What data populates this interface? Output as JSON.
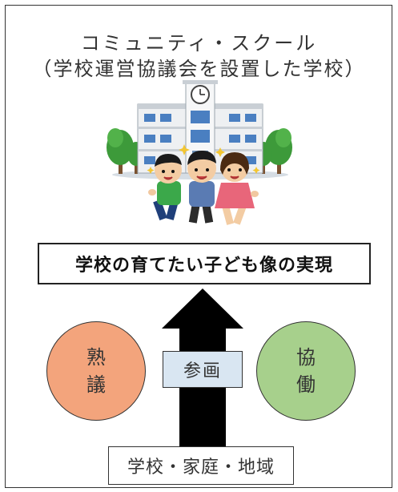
{
  "title_line1": "コミュニティ・スクール",
  "title_line2": "（学校運営協議会を設置した学校）",
  "goal": "学校の育てたい子ども像の実現",
  "participation": "参画",
  "left_circle": {
    "line1": "熟",
    "line2": "議",
    "color": "#f3a47c"
  },
  "right_circle": {
    "line1": "協",
    "line2": "働",
    "color": "#a7d08c"
  },
  "base": "学校・家庭・地域",
  "illustration": {
    "subject": "school-building-with-children-running"
  }
}
